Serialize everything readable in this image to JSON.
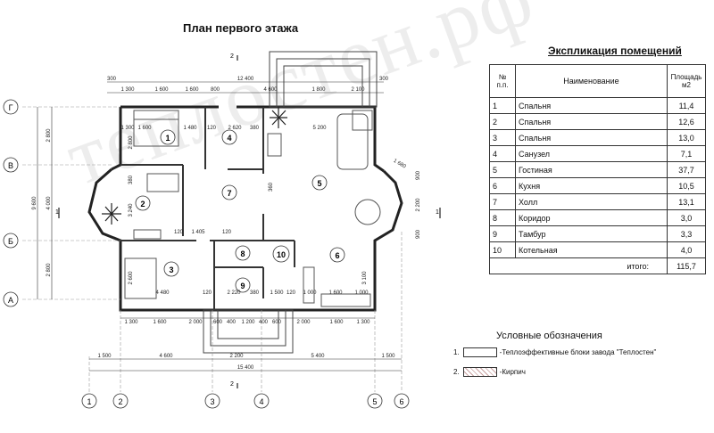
{
  "plan_title": "План первого этажа",
  "explication": {
    "title": "Экспликация помещений",
    "headers": {
      "num": "№ п.п.",
      "name": "Наименование",
      "area": "Площадь м2"
    },
    "rows": [
      {
        "num": "1",
        "name": "Спальня",
        "area": "11,4"
      },
      {
        "num": "2",
        "name": "Спальня",
        "area": "12,6"
      },
      {
        "num": "3",
        "name": "Спальня",
        "area": "13,0"
      },
      {
        "num": "4",
        "name": "Санузел",
        "area": "7,1"
      },
      {
        "num": "5",
        "name": "Гостиная",
        "area": "37,7"
      },
      {
        "num": "6",
        "name": "Кухня",
        "area": "10,5"
      },
      {
        "num": "7",
        "name": "Холл",
        "area": "13,1"
      },
      {
        "num": "8",
        "name": "Коридор",
        "area": "3,0"
      },
      {
        "num": "9",
        "name": "Тамбур",
        "area": "3,3"
      },
      {
        "num": "10",
        "name": "Котельная",
        "area": "4,0"
      }
    ],
    "total_label": "итого:",
    "total_value": "115,7"
  },
  "legend": {
    "title": "Условные обозначения",
    "items": [
      {
        "num": "1.",
        "text": "-Теплоэффективные блоки завода \"Теплостен\""
      },
      {
        "num": "2.",
        "text": "-Кирпич"
      }
    ]
  },
  "watermark": "теплостен.рф",
  "axes_letters": [
    "Г",
    "В",
    "Б",
    "А"
  ],
  "axes_numbers": [
    "1",
    "2",
    "3",
    "4",
    "5",
    "6"
  ],
  "room_labels": [
    "1",
    "2",
    "3",
    "4",
    "5",
    "6",
    "7",
    "8",
    "9",
    "10"
  ],
  "section_marks": [
    "2",
    "2",
    "1",
    "1"
  ],
  "dims": {
    "top_outer": [
      "300",
      "12 400",
      "300"
    ],
    "top_segments": [
      "1 300",
      "1 600",
      "1 600",
      "800",
      "4 600",
      "1 800",
      "2 100"
    ],
    "top_inner": [
      "1 300",
      "1 600",
      "1 480",
      "120",
      "2 620",
      "380",
      "5 200"
    ],
    "bottom_segments": [
      "1 300",
      "1 600",
      "2 000",
      "600",
      "400",
      "1 200",
      "400",
      "600",
      "2 000",
      "1 600",
      "1 300"
    ],
    "bottom_axes": [
      "1 500",
      "4 600",
      "2 200",
      "5 400",
      "1 500"
    ],
    "bottom_total": "15 400",
    "left_outer": "9 600",
    "left_segments": [
      "2 800",
      "4 000",
      "2 800"
    ],
    "room_dims": [
      "2 800",
      "380",
      "3 240",
      "120",
      "1 405",
      "120",
      "2 600",
      "4 480",
      "120",
      "2 220",
      "380",
      "1 500",
      "120",
      "1 000",
      "1 600",
      "1 000",
      "3 100",
      "360",
      "1 680",
      "900",
      "2 200",
      "900"
    ]
  }
}
